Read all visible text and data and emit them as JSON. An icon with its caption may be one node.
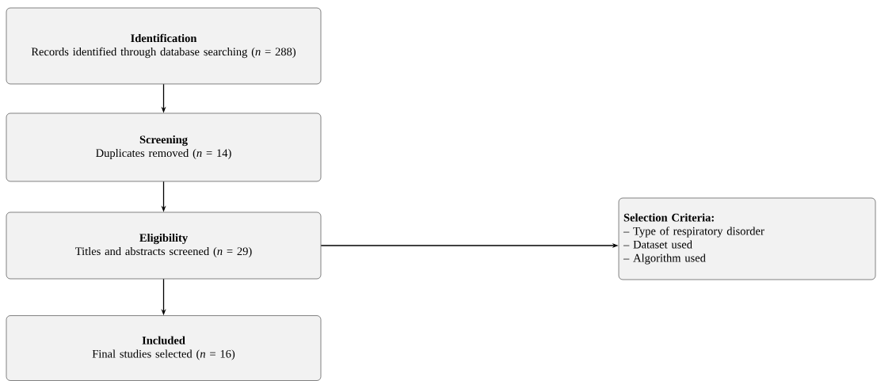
{
  "diagram": {
    "nodes": [
      {
        "text": [
          "Identification",
          "Records identified through database searching (*n* = 288)"
        ]
      },
      {
        "text": [
          "Screening",
          "Duplicates removed (*n* = 14)"
        ]
      },
      {
        "text": [
          "Eligibility",
          "Titles and abstracts screened (*n* = 29)"
        ]
      },
      {
        "text": [
          "Included",
          "Final studies selected (*n* = 16)"
        ]
      },
      {
        "text": [
          "Selection Criteria:",
          "– Type of respiratory disorder",
          "– Dataset used",
          "– Algorithm used"
        ]
      }
    ],
    "edges": [
      {
        "from": 0,
        "to": 1,
        "arrow": "to"
      },
      {
        "from": 1,
        "to": 2,
        "arrow": "to"
      },
      {
        "from": 2,
        "to": 3,
        "arrow": "to"
      },
      {
        "from": 2,
        "to": 4,
        "arrow": "to"
      }
    ]
  }
}
